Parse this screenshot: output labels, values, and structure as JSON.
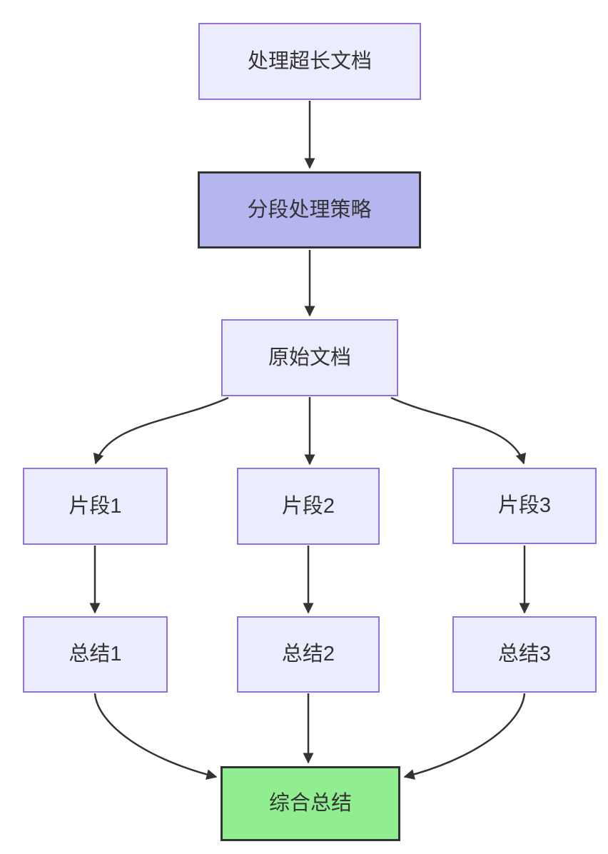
{
  "diagram": {
    "type": "flowchart",
    "direction": "top-down",
    "background": "#ffffff",
    "colors": {
      "node_fill": "#ececff",
      "node_border": "#9370db",
      "emphasis_fill": "#b5b5f0",
      "emphasis_border": "#333333",
      "result_fill": "#90ee90",
      "result_border": "#333333",
      "edge_line": "#333333",
      "text": "#333333"
    },
    "nodes": [
      {
        "id": "A",
        "label": "处理超长文档",
        "style": "default"
      },
      {
        "id": "B",
        "label": "分段处理策略",
        "style": "emphasis"
      },
      {
        "id": "C",
        "label": "原始文档",
        "style": "default"
      },
      {
        "id": "D1",
        "label": "片段1",
        "style": "default"
      },
      {
        "id": "D2",
        "label": "片段2",
        "style": "default"
      },
      {
        "id": "D3",
        "label": "片段3",
        "style": "default"
      },
      {
        "id": "E1",
        "label": "总结1",
        "style": "default"
      },
      {
        "id": "E2",
        "label": "总结2",
        "style": "default"
      },
      {
        "id": "E3",
        "label": "总结3",
        "style": "default"
      },
      {
        "id": "F",
        "label": "综合总结",
        "style": "result"
      }
    ],
    "edges": [
      {
        "from": "A",
        "to": "B",
        "kind": "straight"
      },
      {
        "from": "B",
        "to": "C",
        "kind": "straight"
      },
      {
        "from": "C",
        "to": "D1",
        "kind": "curved"
      },
      {
        "from": "C",
        "to": "D2",
        "kind": "straight"
      },
      {
        "from": "C",
        "to": "D3",
        "kind": "curved"
      },
      {
        "from": "D1",
        "to": "E1",
        "kind": "straight"
      },
      {
        "from": "D2",
        "to": "E2",
        "kind": "straight"
      },
      {
        "from": "D3",
        "to": "E3",
        "kind": "straight"
      },
      {
        "from": "E1",
        "to": "F",
        "kind": "curved"
      },
      {
        "from": "E2",
        "to": "F",
        "kind": "straight"
      },
      {
        "from": "E3",
        "to": "F",
        "kind": "curved"
      }
    ]
  }
}
